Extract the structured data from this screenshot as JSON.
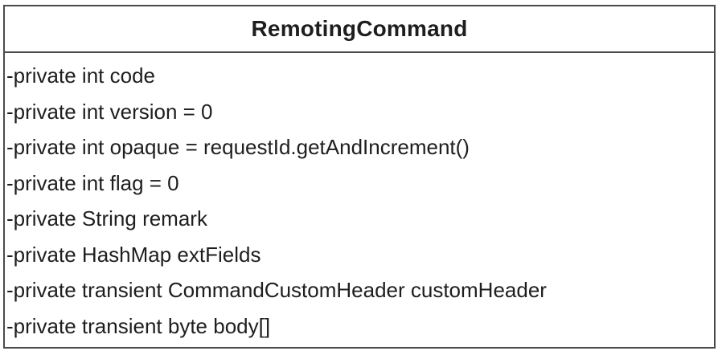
{
  "class": {
    "name": "RemotingCommand",
    "attributes": [
      "-private int code",
      "-private int version = 0",
      "-private int opaque = requestId.getAndIncrement()",
      "-private int flag = 0",
      "-private String remark",
      "-private HashMap extFields",
      "-private transient CommandCustomHeader customHeader",
      "-private transient byte body[]"
    ]
  }
}
